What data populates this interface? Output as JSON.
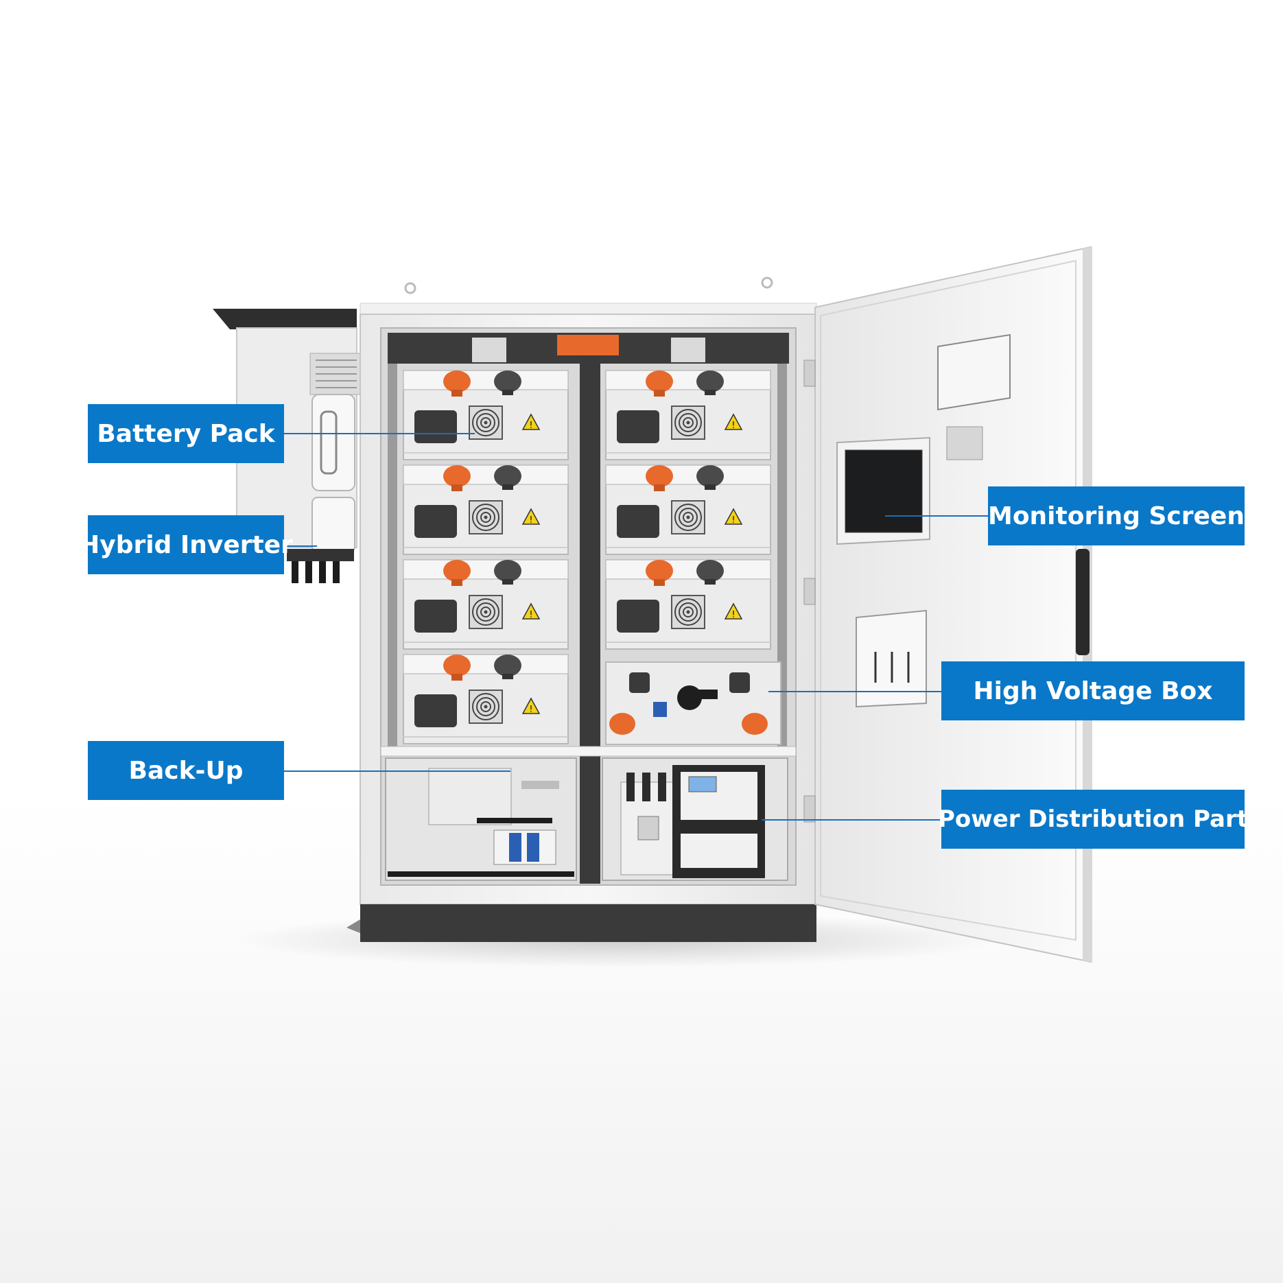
{
  "colors": {
    "callout_fill": "#0a78c8",
    "leader_line": "#1a6fb8",
    "terminal_orange": "#e8692c",
    "cabinet_white": "#f3f3f3",
    "plinth": "#3a3a3a"
  },
  "callouts": {
    "battery_pack": "Battery Pack",
    "hybrid_inverter": "Hybrid Inverter",
    "back_up": "Back-Up",
    "monitoring_screen": "Monitoring Screen",
    "high_voltage_box": "High Voltage Box",
    "power_distribution_part": "Power Distribution Part"
  },
  "icons": {
    "battery_module": "battery-module-icon",
    "fan": "fan-icon",
    "warning": "warning-triangle-icon",
    "screen": "monitoring-screen-icon"
  }
}
